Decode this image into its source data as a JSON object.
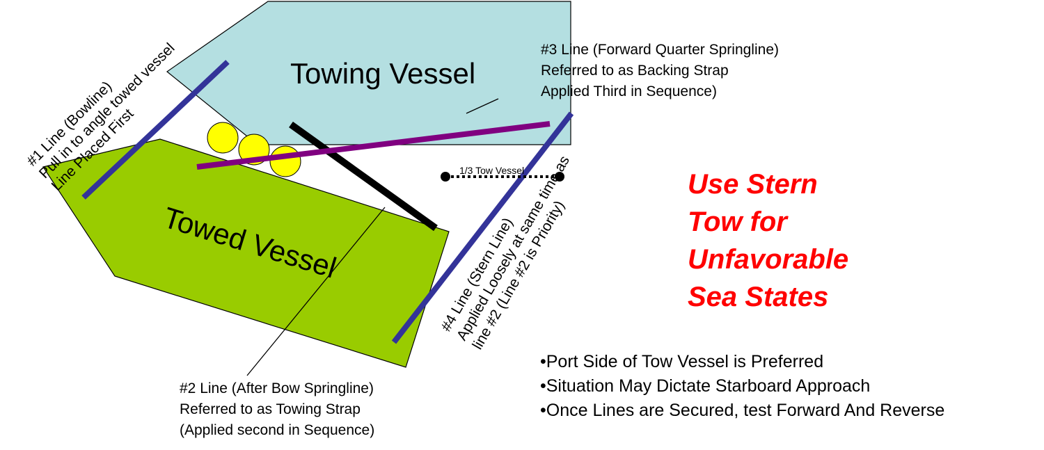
{
  "colors": {
    "towing_vessel_fill": "#b4dfe1",
    "towed_vessel_fill": "#99cc00",
    "fender_fill": "#ffff00",
    "bow_stern_line": "#333399",
    "after_bow_springline": "#000000",
    "backing_strap": "#800080",
    "callout_text": "#ff0000"
  },
  "vessels": {
    "towing": "Towing Vessel",
    "towed": "Towed Vessel"
  },
  "measure_label": "1/3 Tow Vessel",
  "lines": {
    "line1": [
      "#1 Line (Bowline)",
      "Pull in to angle towed vessel",
      "Line Placed First"
    ],
    "line2": [
      "#2 Line (After Bow Springline)",
      "Referred to as Towing Strap",
      "(Applied second in Sequence)"
    ],
    "line3": [
      "#3 Line (Forward Quarter Springline)",
      "Referred to as Backing Strap",
      "Applied Third in Sequence)"
    ],
    "line4": [
      "#4 Line (Stern Line)",
      "Applied Loosely at same time as",
      "line #2 (Line #2 is Priority)"
    ]
  },
  "callout": [
    "Use Stern",
    "Tow for",
    "Unfavorable",
    "Sea States"
  ],
  "notes": [
    "•Port Side of Tow Vessel is Preferred",
    "•Situation May Dictate Starboard Approach",
    "•Once Lines are Secured, test Forward  And Reverse"
  ]
}
